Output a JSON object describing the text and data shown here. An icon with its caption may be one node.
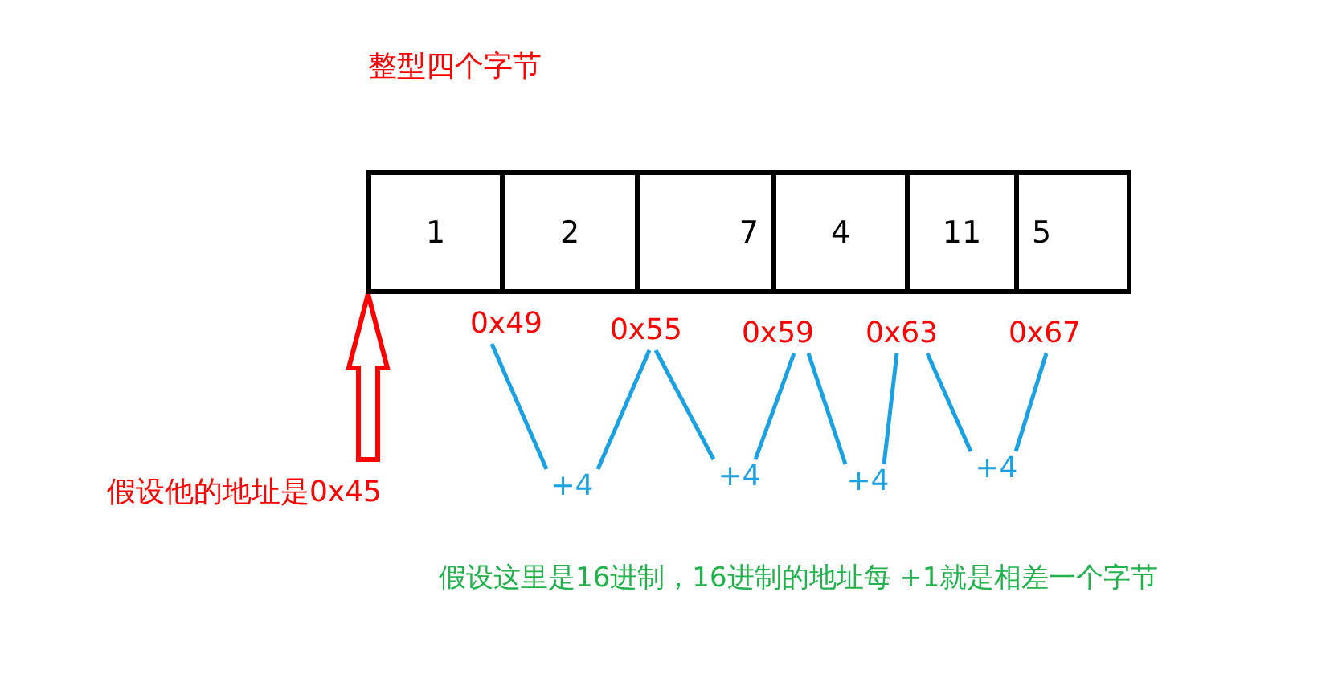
{
  "diagram": {
    "title": "整型四个字节",
    "nodes": [
      {
        "text": [
          "1"
        ]
      },
      {
        "text": [
          "2"
        ]
      },
      {
        "text": [
          "7"
        ]
      },
      {
        "text": [
          "4"
        ]
      },
      {
        "text": [
          "11"
        ]
      },
      {
        "text": [
          "5"
        ]
      },
      {
        "text": [
          "假设他的地址是0x45"
        ]
      },
      {
        "text": [
          "0x49"
        ]
      },
      {
        "text": [
          "0x55"
        ]
      },
      {
        "text": [
          "0x59"
        ]
      },
      {
        "text": [
          "0x63"
        ]
      },
      {
        "text": [
          "0x67"
        ]
      },
      {
        "text": [
          "+4"
        ]
      },
      {
        "text": [
          "+4"
        ]
      },
      {
        "text": [
          "+4"
        ]
      },
      {
        "text": [
          "+4"
        ]
      }
    ],
    "edges": [
      {
        "from": 6,
        "to": 0,
        "arrow": "to",
        "style": "thick",
        "color": "#ff0000"
      },
      {
        "from": 7,
        "to": 12,
        "arrow": "none"
      },
      {
        "from": 12,
        "to": 8,
        "arrow": "none"
      },
      {
        "from": 8,
        "to": 13,
        "arrow": "none"
      },
      {
        "from": 13,
        "to": 9,
        "arrow": "none"
      },
      {
        "from": 9,
        "to": 14,
        "arrow": "none"
      },
      {
        "from": 14,
        "to": 10,
        "arrow": "none"
      },
      {
        "from": 10,
        "to": 15,
        "arrow": "none"
      },
      {
        "from": 15,
        "to": 11,
        "arrow": "none"
      }
    ],
    "labels": [
      "假设这里是16进制，16进制的地址每 +1就是相差一个字节"
    ]
  }
}
